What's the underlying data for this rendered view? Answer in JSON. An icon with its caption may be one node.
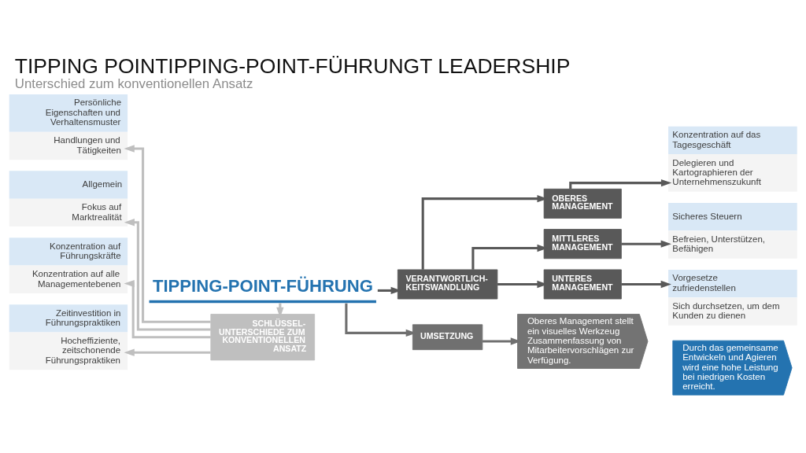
{
  "diagram": {
    "title": "TIPPING POINTIPPING-POINT-FÜHRUNGT LEADERSHIP",
    "caption": "Unterschied zum konventionellen Ansatz",
    "nodes": [
      {
        "text": [
          "TIPPING-POINT-FÜHRUNG"
        ]
      },
      {
        "text": [
          "SCHLÜSSEL- UNTERSCHIEDE ZUM KONVENTIONELLEN ANSATZ"
        ]
      },
      {
        "text": [
          "VERANTWORTLICH- KEITSWANDLUNG"
        ]
      },
      {
        "text": [
          "UMSETZUNG"
        ]
      },
      {
        "text": [
          "Persönliche Eigenschaften und Verhaltensmuster",
          "Handlungen und Tätigkeiten"
        ]
      },
      {
        "text": [
          "Allgemein",
          "Fokus auf Marktrealität"
        ]
      },
      {
        "text": [
          "Konzentration auf Führungskräfte",
          "Konzentration auf alle Managementebenen"
        ]
      },
      {
        "text": [
          "Zeitinvestition in Führungspraktiken",
          "Hocheffiziente, zeitschonende Führungspraktiken"
        ]
      },
      {
        "text": [
          "OBERES MANAGEMENT"
        ]
      },
      {
        "text": [
          "MITTLERES MANAGEMENT"
        ]
      },
      {
        "text": [
          "UNTERES MANAGEMENT"
        ]
      },
      {
        "text": [
          "Konzentration auf das Tagesgeschäft",
          "Delegieren und Kartographieren der Unternehmenszukunft"
        ]
      },
      {
        "text": [
          "Sicheres Steuern",
          "Befreien, Unterstützen, Befähigen"
        ]
      },
      {
        "text": [
          "Vorgesetze zufriedenstellen",
          "Sich durchsetzen, um dem Kunden zu dienen"
        ]
      },
      {
        "text": [
          "Oberes Management stellt ein visuelles Werkzeug Zusammenfassung von Mitarbeitervorschlägen zur Verfügung."
        ]
      },
      {
        "text": [
          "Durch das gemeinsame Entwickeln und Agieren wird eine hohe Leistung bei niedrigen Kosten erreicht."
        ]
      }
    ],
    "edges": [
      {
        "from": 0,
        "to": 1,
        "arrow": "to",
        "color": "#bfbfbf"
      },
      {
        "from": 0,
        "to": 3,
        "arrow": "to",
        "color": "#707070"
      },
      {
        "from": 0,
        "to": 2,
        "arrow": "to"
      },
      {
        "from": 1,
        "to": 4,
        "arrow": "to",
        "color": "#bfbfbf"
      },
      {
        "from": 1,
        "to": 5,
        "arrow": "to",
        "color": "#bfbfbf"
      },
      {
        "from": 1,
        "to": 6,
        "arrow": "to",
        "color": "#bfbfbf"
      },
      {
        "from": 1,
        "to": 7,
        "arrow": "to",
        "color": "#bfbfbf"
      },
      {
        "from": 2,
        "to": 8,
        "arrow": "to"
      },
      {
        "from": 2,
        "to": 9,
        "arrow": "to"
      },
      {
        "from": 2,
        "to": 10,
        "arrow": "to"
      },
      {
        "from": 8,
        "to": 11,
        "arrow": "to"
      },
      {
        "from": 9,
        "to": 12,
        "arrow": "to"
      },
      {
        "from": 10,
        "to": 13,
        "arrow": "to"
      },
      {
        "from": 3,
        "to": 14,
        "arrow": "to",
        "color": "#707070"
      }
    ]
  }
}
